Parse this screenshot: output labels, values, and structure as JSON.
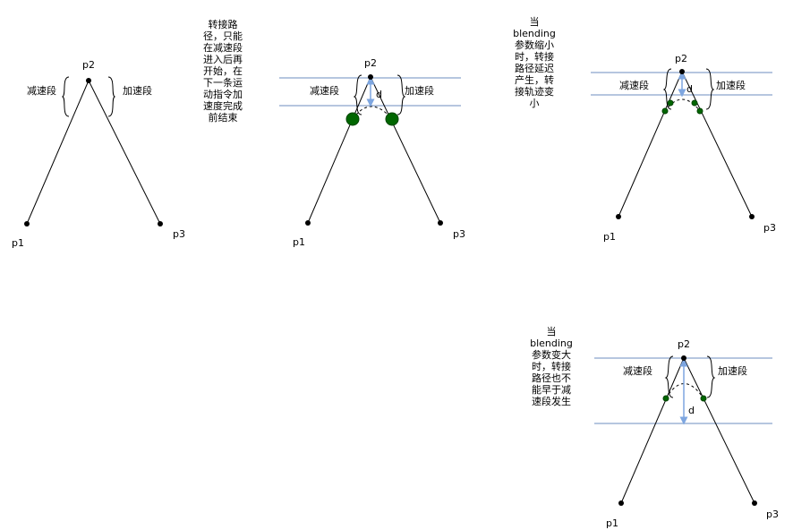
{
  "labels": {
    "p1": "p1",
    "p2": "p2",
    "p3": "p3",
    "decel": "减速段",
    "accel": "加速段",
    "d": "d"
  },
  "notes": {
    "note1": "转接路\n径，只能\n在减速段\n进入后再\n开始，在\n下一条运\n动指令加\n速度完成\n前结束",
    "note2": "当\nblending\n参数缩小\n时，转接\n路径延迟\n产生，转\n接轨迹变\n小",
    "note3": "当\nblending\n参数变大\n时，转接\n路径也不\n能早于减\n速段发生"
  },
  "colors": {
    "line": "#000000",
    "guide": "#6C8EBF",
    "arrow": "#7EA6E0",
    "point_green": "#006600",
    "point_green_stroke": "#004400"
  }
}
